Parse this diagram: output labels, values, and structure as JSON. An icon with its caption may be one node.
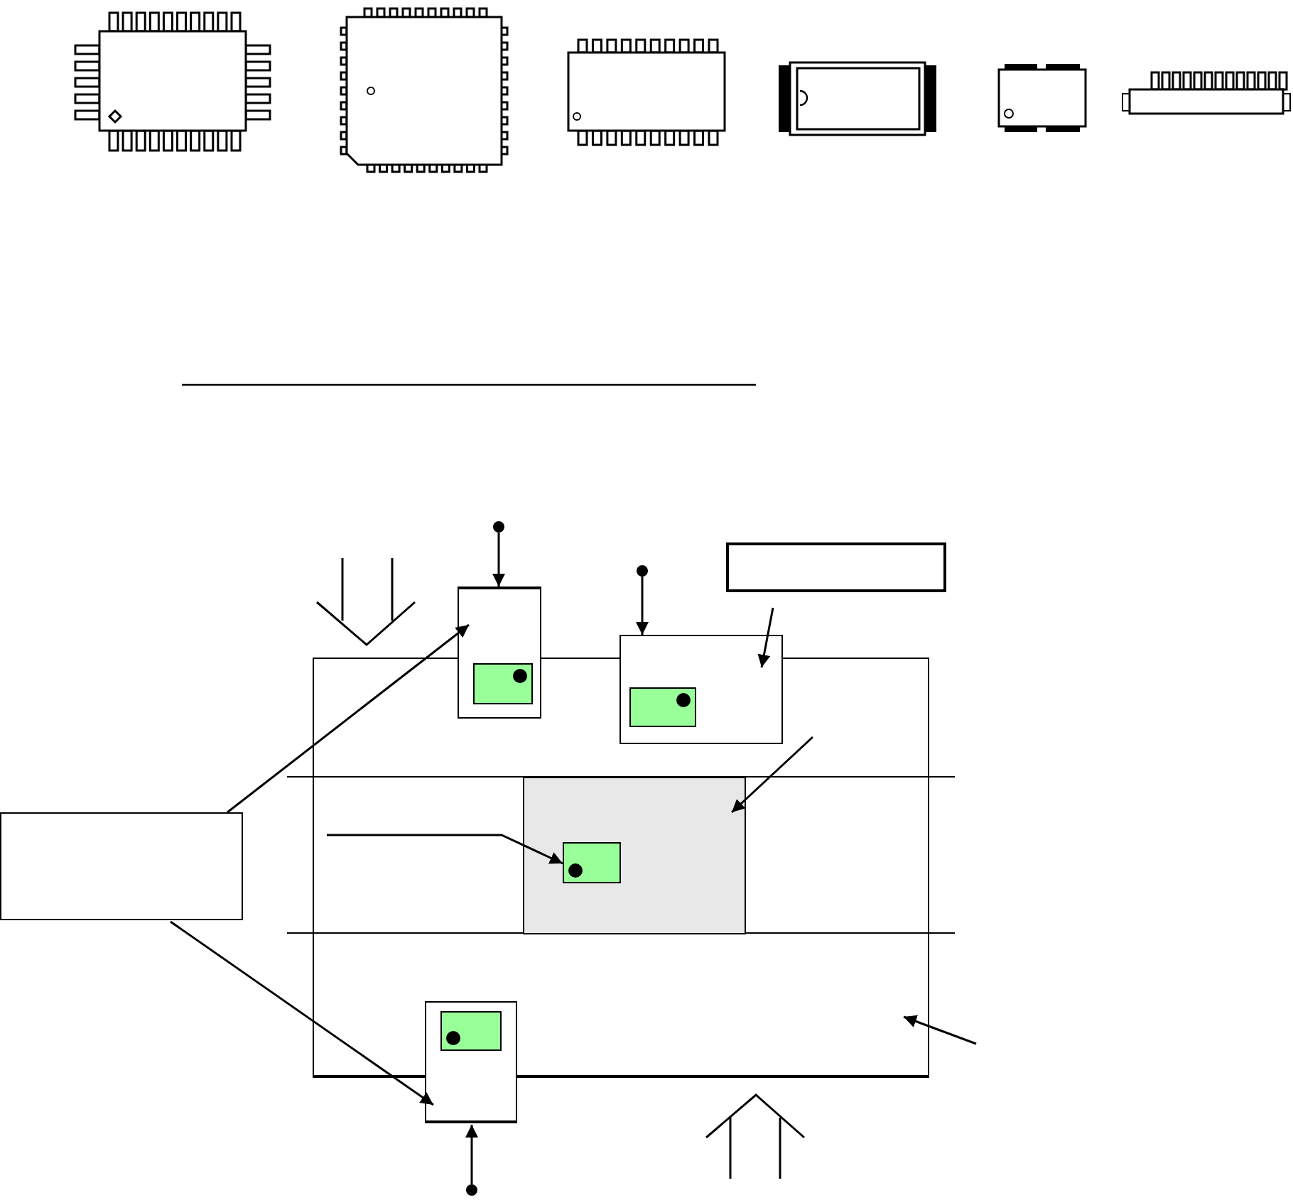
{
  "diagram": {
    "nodes": [
      {
        "text": [],
        "shape": "box"
      },
      {
        "text": [],
        "shape": "box",
        "in": 0
      },
      {
        "text": [],
        "shape": "box",
        "in": 1
      },
      {
        "text": [],
        "shape": "box"
      },
      {
        "text": [],
        "shape": "box"
      },
      {
        "text": [],
        "shape": "box"
      },
      {
        "text": [],
        "shape": "box"
      },
      {
        "text": [],
        "shape": "box"
      },
      {
        "text": [],
        "shape": "box"
      },
      {
        "text": [],
        "shape": "box"
      },
      {
        "text": [],
        "shape": "box"
      },
      {
        "text": [],
        "shape": "circle"
      },
      {
        "text": [],
        "shape": "circle"
      },
      {
        "text": [],
        "shape": "circle"
      }
    ],
    "edges": [
      {
        "from": 11,
        "to": 3,
        "arrow": "to"
      },
      {
        "from": 12,
        "to": 5,
        "arrow": "to"
      },
      {
        "from": 13,
        "to": 7,
        "arrow": "to"
      },
      {
        "from": 10,
        "to": 3,
        "arrow": "to"
      },
      {
        "from": 10,
        "to": 7,
        "arrow": "to"
      },
      {
        "from": 9,
        "to": 5,
        "arrow": "to"
      },
      {
        "from": null,
        "to": 1,
        "arrow": "to"
      },
      {
        "from": null,
        "to": 2,
        "arrow": "to"
      },
      {
        "from": null,
        "to": 0,
        "arrow": "to"
      }
    ]
  }
}
